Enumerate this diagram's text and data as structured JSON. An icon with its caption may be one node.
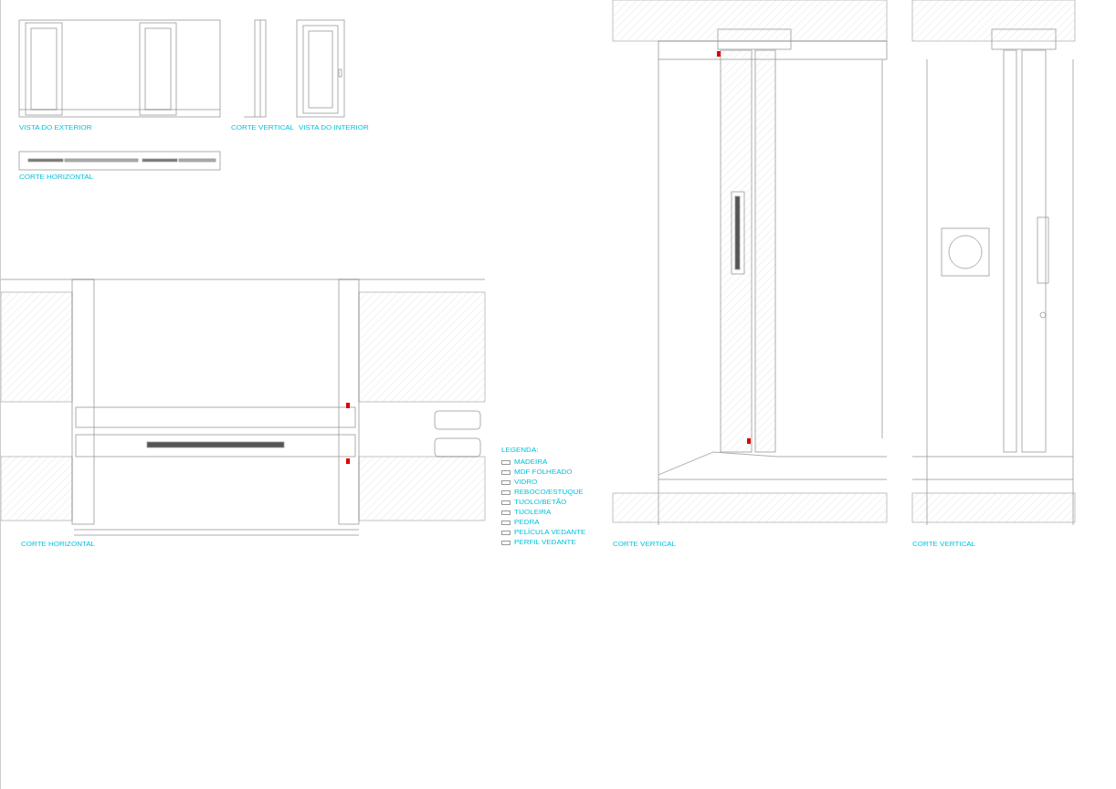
{
  "diagram": {
    "labels": [
      "VISTA DO EXTERIOR",
      "CORTE VERTICAL",
      "VISTA DO INTERIOR",
      "CORTE HORIZONTAL",
      "LEGENDA:",
      "CORTE HORIZONTAL",
      "CORTE VERTICAL",
      "CORTE VERTICAL"
    ],
    "legend": [
      {
        "text": "MADEIRA"
      },
      {
        "text": "MDF FOLHEADO"
      },
      {
        "text": "VIDRO"
      },
      {
        "text": "REBOCO/ESTUQUE"
      },
      {
        "text": "TIJOLO/BETÃO"
      },
      {
        "text": "TIJOLEIRA"
      },
      {
        "text": "PEDRA"
      },
      {
        "text": "PELÍCULA VEDANTE"
      },
      {
        "text": "PERFIL VEDANTE"
      }
    ]
  }
}
